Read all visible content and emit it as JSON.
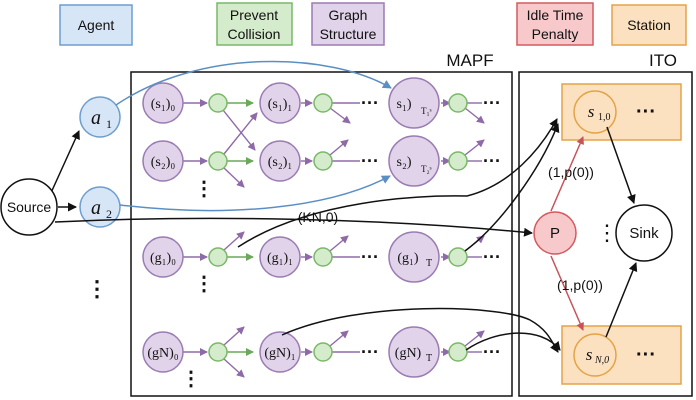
{
  "legend": {
    "agent": "Agent",
    "prevent_collision_1": "Prevent",
    "prevent_collision_2": "Collision",
    "graph_structure_1": "Graph",
    "graph_structure_2": "Structure",
    "idle_penalty_1": "Idle Time",
    "idle_penalty_2": "Penalty",
    "station": "Station"
  },
  "panels": {
    "mapf": "MAPF",
    "ito": "ITO"
  },
  "nodes": {
    "source": "Source",
    "a1": "a",
    "a1_sub": "1",
    "a2": "a",
    "a2_sub": "2",
    "penalty": "P",
    "sink": "Sink",
    "s1": "s",
    "s1_sub": "1,0",
    "sN": "s",
    "sN_sub": "N,0",
    "row_s1": [
      "(s₁)₀",
      "(s₁)₁",
      "s₁)"
    ],
    "row_s1_tail_sub": "T₁ˢ",
    "row_s2": [
      "(s₂)₀",
      "(s₂)₁",
      "s₂)"
    ],
    "row_s2_tail_sub": "T₂ˢ",
    "row_g1": [
      "(g₁)₀",
      "(g₁)₁",
      "(g₁)"
    ],
    "row_g1_tail_sub": "T",
    "row_gN": [
      "(gN)₀",
      "(gN)₁",
      "(gN)"
    ],
    "row_gN_tail_sub": "T"
  },
  "edges": {
    "kn_label": "(KN,0)",
    "p_up_label": "(1,p(0))",
    "p_down_label": "(1,p(0))"
  },
  "dots": {
    "h": "···",
    "v": "⋮"
  },
  "colors": {
    "agent_fill": "#d7e6f6",
    "agent_stroke": "#6d9ecf",
    "collision_fill": "#d4eccb",
    "collision_stroke": "#7ab868",
    "graph_fill": "#e1d3ea",
    "graph_stroke": "#9b7bb3",
    "penalty_fill": "#f7c9cb",
    "penalty_stroke": "#d45a5f",
    "station_fill": "#fbe1bf",
    "station_stroke": "#e3a348"
  }
}
